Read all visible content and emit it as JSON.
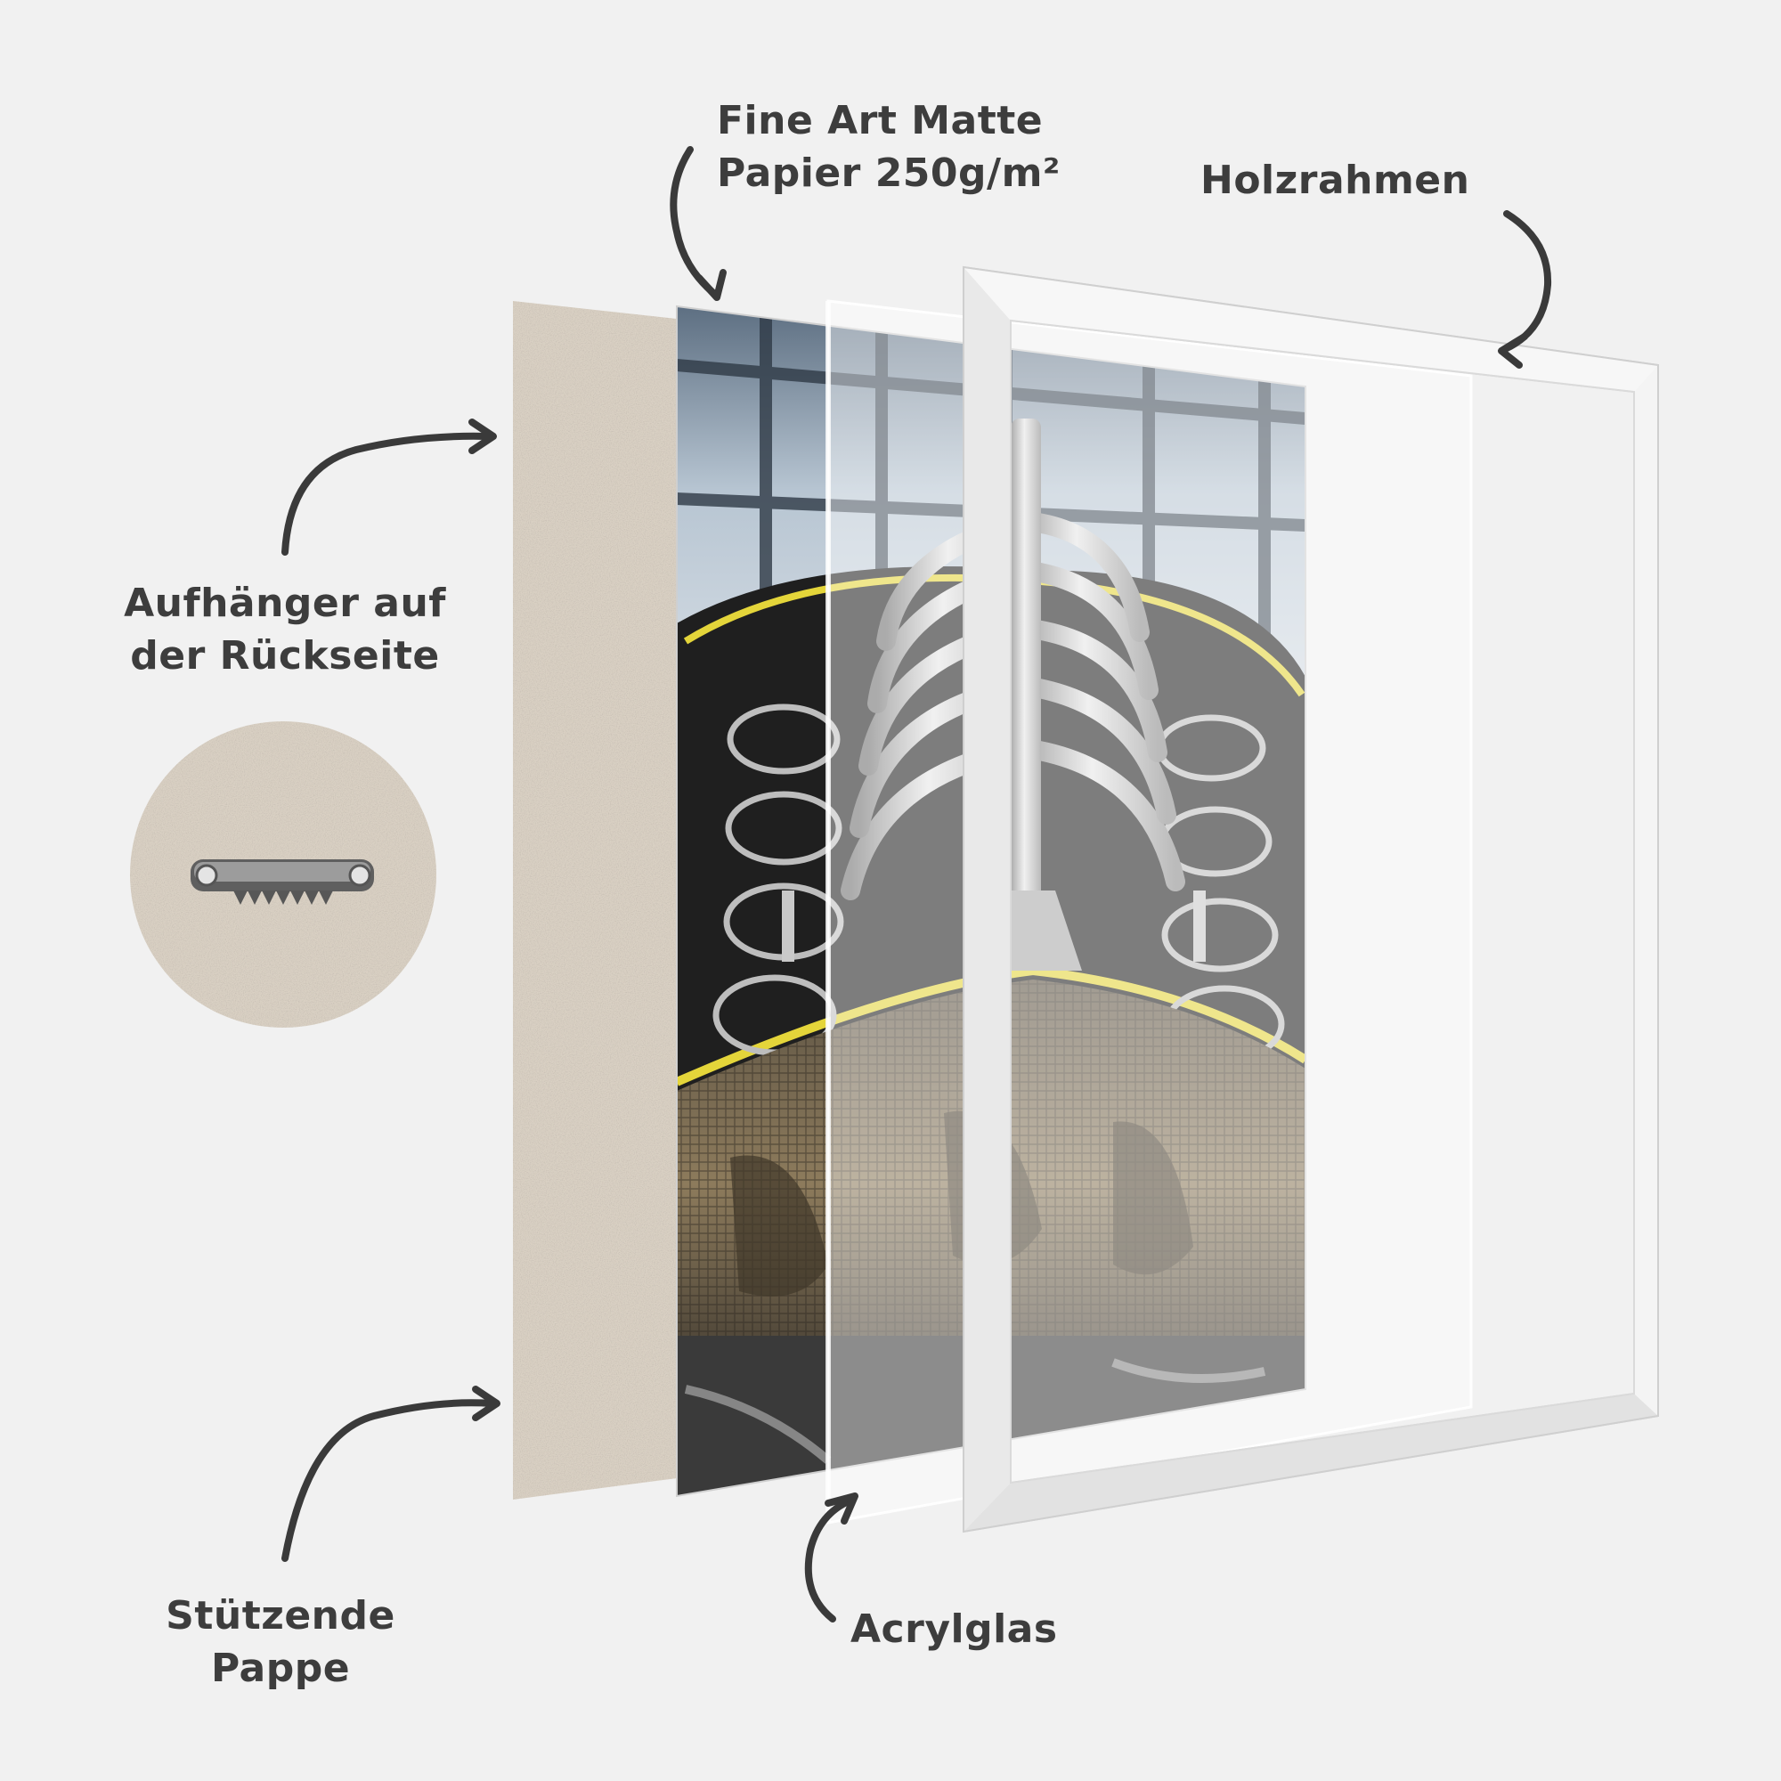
{
  "labels": {
    "paper": [
      "Fine Art Matte",
      "Papier 250g/m²"
    ],
    "frame": "Holzrahmen",
    "hanger": [
      "Aufhänger auf",
      "der Rückseite"
    ],
    "backing": [
      "Stützende",
      "Pappe"
    ],
    "acrylic": "Acrylglas"
  },
  "colors": {
    "background": "#f1f1f1",
    "cardboard": "#d9d0c3",
    "text": "#3d3d3d",
    "arrow": "#3a3a3a",
    "frame": "#ffffff",
    "accent_yellow": "#e4d53a"
  },
  "icons": {
    "arrows": "curved-arrow-icon",
    "hanger": "sawtooth-hanger-icon"
  }
}
